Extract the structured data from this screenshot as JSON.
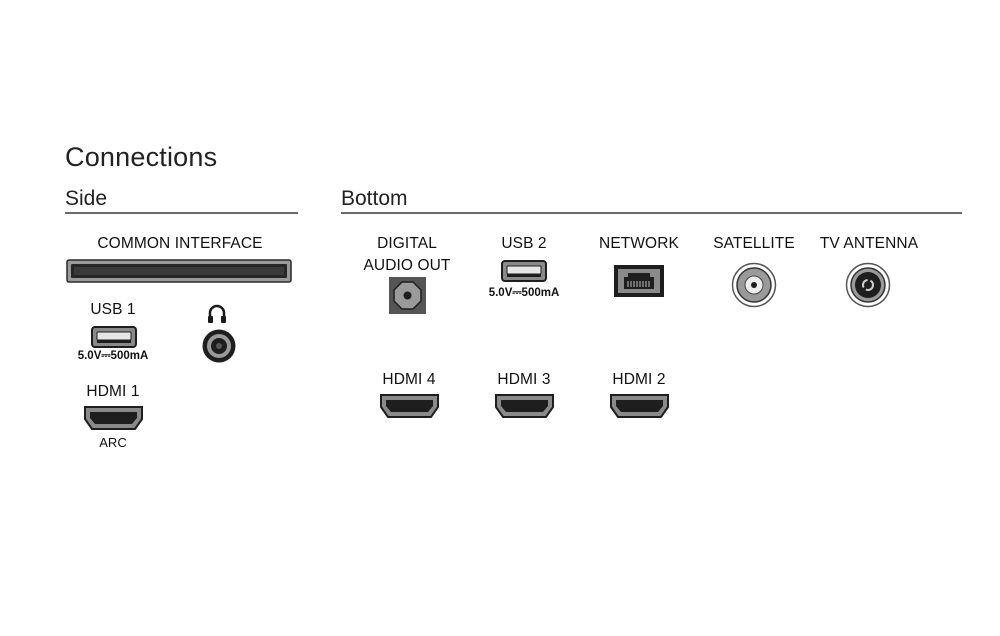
{
  "title": "Connections",
  "sections": {
    "side": {
      "heading": "Side",
      "ports": {
        "common_interface": "COMMON INTERFACE",
        "usb1": {
          "label": "USB 1",
          "rating": "5.0V⎓500mA"
        },
        "headphone": {
          "icon": "headphones-icon"
        },
        "hdmi1": {
          "label": "HDMI 1",
          "sublabel": "ARC"
        }
      }
    },
    "bottom": {
      "heading": "Bottom",
      "ports": {
        "digital_audio_out": {
          "line1": "DIGITAL",
          "line2": "AUDIO OUT"
        },
        "usb2": {
          "label": "USB 2",
          "rating": "5.0V⎓500mA"
        },
        "network": "NETWORK",
        "satellite": "SATELLITE",
        "tv_antenna": "TV ANTENNA",
        "hdmi4": "HDMI 4",
        "hdmi3": "HDMI 3",
        "hdmi2": "HDMI 2"
      }
    }
  },
  "colors": {
    "port_dark": "#1e1e1e",
    "port_mid": "#8c8c8c",
    "rule": "#6a6a6a"
  }
}
